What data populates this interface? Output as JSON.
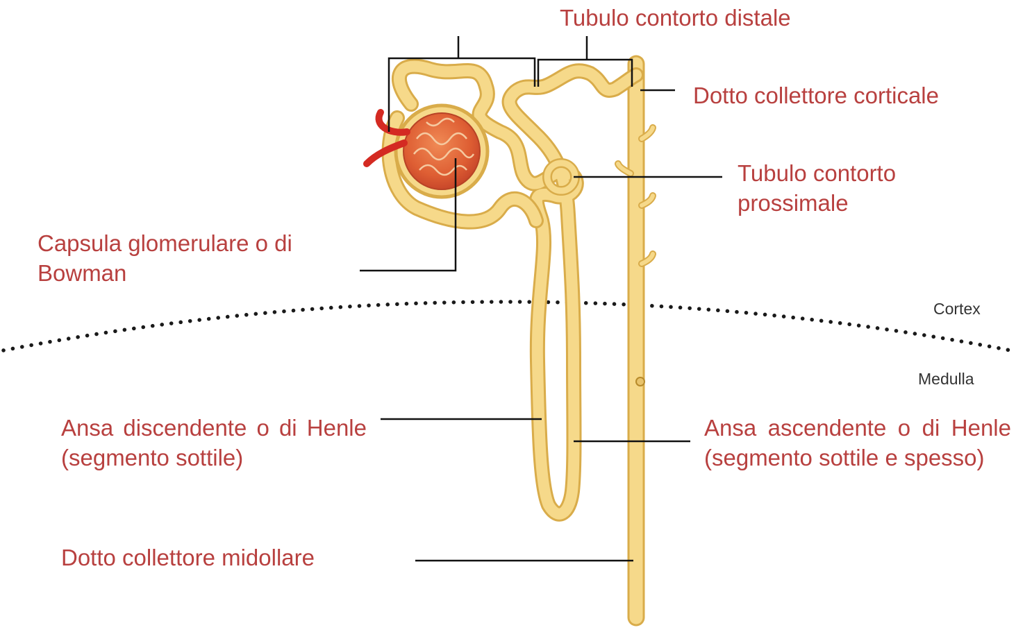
{
  "labels": {
    "tubulo_distale": "Tubulo contorto distale",
    "dotto_corticale": "Dotto collettore corticale",
    "tubulo_prossimale": "Tubulo contorto prossimale",
    "capsula": "Capsula glomerulare o di Bowman",
    "ansa_discendente": "Ansa discendente o di Henle (segmento sottile)",
    "ansa_ascendente": "Ansa ascendente o di Henle (segmento sottile e spesso)",
    "dotto_midollare": "Dotto collettore midollare"
  },
  "zones": {
    "cortex": "Cortex",
    "medulla": "Medulla"
  },
  "colors": {
    "label_text": "#b8403f",
    "tubule_fill": "#f6d98a",
    "tubule_outline": "#d9ac4a",
    "glomerulus": "#e0653a",
    "arteriole": "#d42a22",
    "leader_line": "#111111"
  }
}
